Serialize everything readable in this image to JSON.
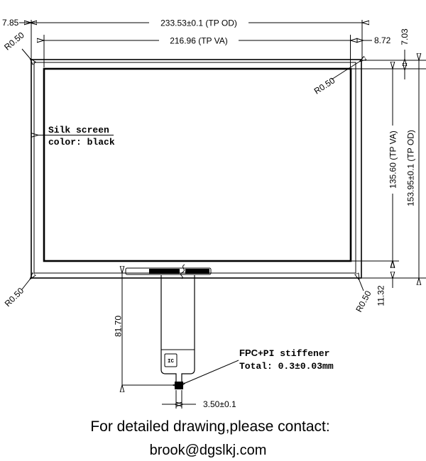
{
  "drawing": {
    "type": "touch-panel outline drawing",
    "line_color": "#000000",
    "background": "#ffffff"
  },
  "dims": {
    "od_width": "233.53±0.1 (TP OD)",
    "va_width": "216.96 (TP VA)",
    "margin_left": "7.85",
    "margin_right": "8.72",
    "margin_top": "7.03",
    "va_height": "135.60 (TP VA)",
    "od_height": "153.95±0.1 (TP OD)",
    "margin_bottom": "11.32",
    "fpc_length": "81.70",
    "fpc_tail_width": "3.50±0.1",
    "corner_radius": "R0.50"
  },
  "notes": {
    "silk_line1": "Silk screen",
    "silk_line2": "color: black",
    "fpc_bold": "FPC",
    "fpc_rest": "+PI stiffener",
    "fpc_total": "Total: 0.3±0.03mm",
    "ic_label": "IC"
  },
  "footer": {
    "contact_line1": "For detailed drawing,please contact:",
    "contact_line2": "brook@dgslkj.com"
  }
}
